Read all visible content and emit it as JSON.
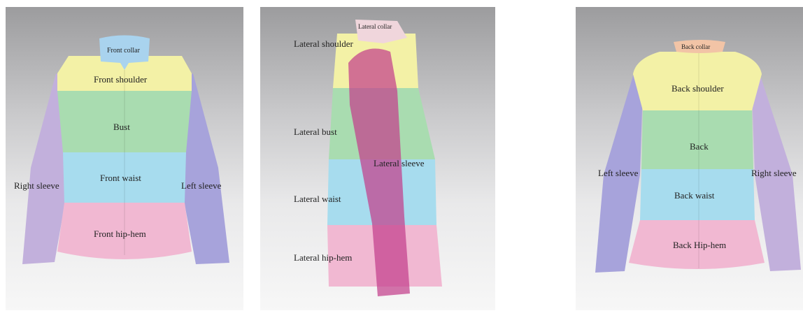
{
  "front": {
    "collar": "Front collar",
    "shoulder": "Front shoulder",
    "bust": "Bust",
    "waist": "Front waist",
    "hip": "Front hip-hem",
    "right_sleeve": "Right sleeve",
    "left_sleeve": "Left sleeve"
  },
  "side": {
    "collar": "Lateral collar",
    "shoulder": "Lateral shoulder",
    "bust": "Lateral bust",
    "sleeve": "Lateral sleeve",
    "waist": "Lateral waist",
    "hip": "Lateral hip-hem"
  },
  "back": {
    "collar": "Back collar",
    "shoulder": "Back shoulder",
    "back": "Back",
    "waist": "Back waist",
    "hip": "Back Hip-hem",
    "left_sleeve": "Left sleeve",
    "right_sleeve": "Right sleeve"
  },
  "colors": {
    "collar_blue": "#a9d3ee",
    "collar_peach": "#f2c4a6",
    "collar_pink": "#f0d6dc",
    "shoulder": "#f3f1a6",
    "bust": "#a9dcb0",
    "waist": "#a7dcee",
    "hip": "#f1b8d2",
    "sleeve_lavender": "#c2b0dc",
    "sleeve_purple": "#a7a3db",
    "sleeve_magenta": "#c4408c"
  }
}
